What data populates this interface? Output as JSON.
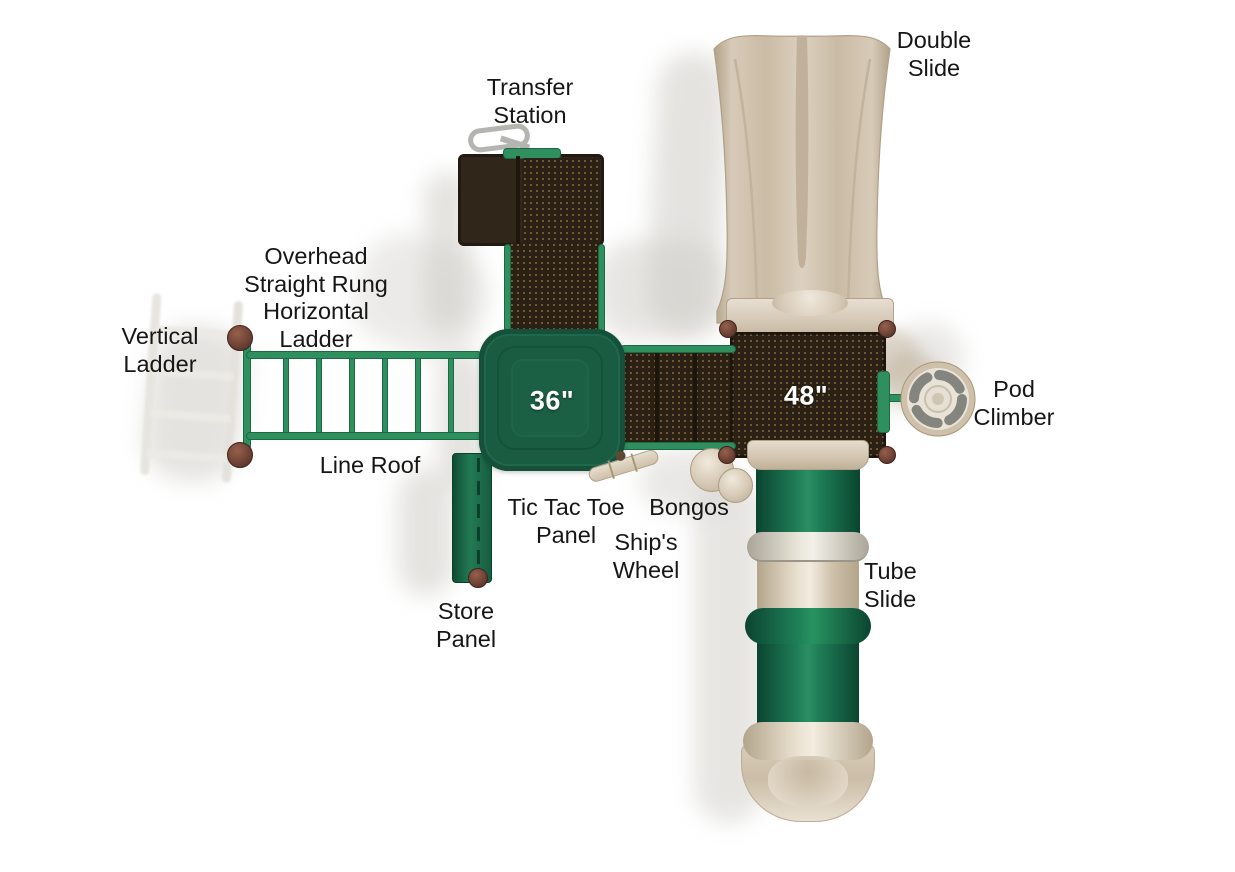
{
  "diagram": {
    "type": "playground-equipment-top-view",
    "background": "#ffffff"
  },
  "labels": {
    "transfer_station": "Transfer\nStation",
    "double_slide": "Double\nSlide",
    "overhead_ladder": "Overhead\nStraight Rung\nHorizontal\nLadder",
    "vertical_ladder": "Vertical\nLadder",
    "line_roof": "Line Roof",
    "store_panel": "Store\nPanel",
    "tic_tac_toe_panel": "Tic Tac Toe\nPanel",
    "ships_wheel": "Ship's\nWheel",
    "bongos": "Bongos",
    "tube_slide": "Tube\nSlide",
    "pod_climber": "Pod\nClimber"
  },
  "deck_labels": {
    "deck_36": "36\"",
    "deck_48": "48\""
  },
  "colors": {
    "roof_green": "#1a5c41",
    "frame_green": "#2f8f5e",
    "tube_green": "#156a4a",
    "deck_brown": "#2b2014",
    "slide_beige": "#d5c7b5",
    "cap_brown": "#6f4336",
    "label_text": "#161616",
    "background": "#ffffff"
  }
}
